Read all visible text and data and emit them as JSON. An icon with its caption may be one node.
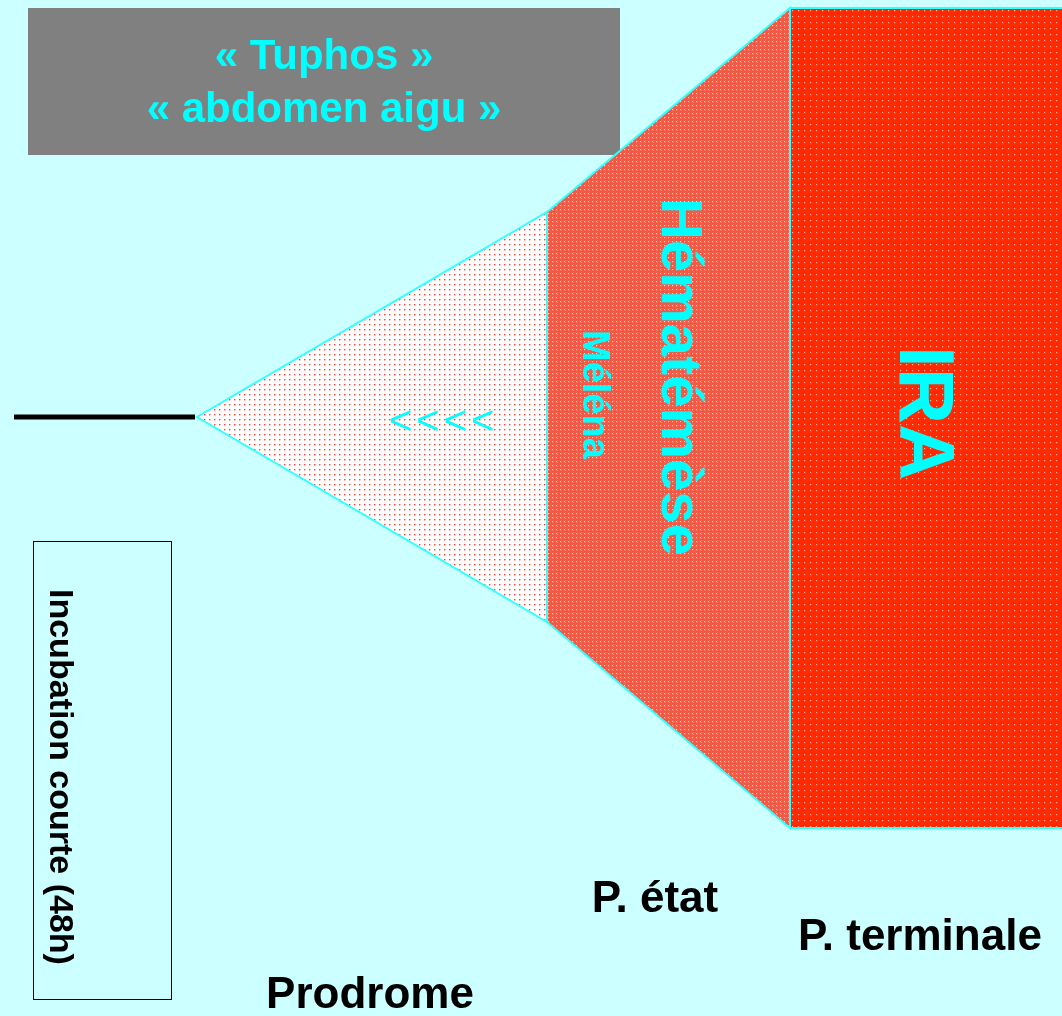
{
  "diagram": {
    "nodes": [
      {
        "text": [
          "« Tuphos »",
          "« abdomen aigu »"
        ]
      },
      {
        "text": [
          "<<<<"
        ]
      },
      {
        "text": [
          "Hématémèse",
          "Méléna"
        ]
      },
      {
        "text": [
          "IRA"
        ]
      },
      {
        "text": [
          "Incubation courte (48h)"
        ]
      }
    ],
    "edges": [
      {
        "from": null,
        "to": 1,
        "arrow": "none"
      }
    ],
    "labels": [
      "P. état",
      "Prodrome",
      "P. terminale"
    ]
  }
}
